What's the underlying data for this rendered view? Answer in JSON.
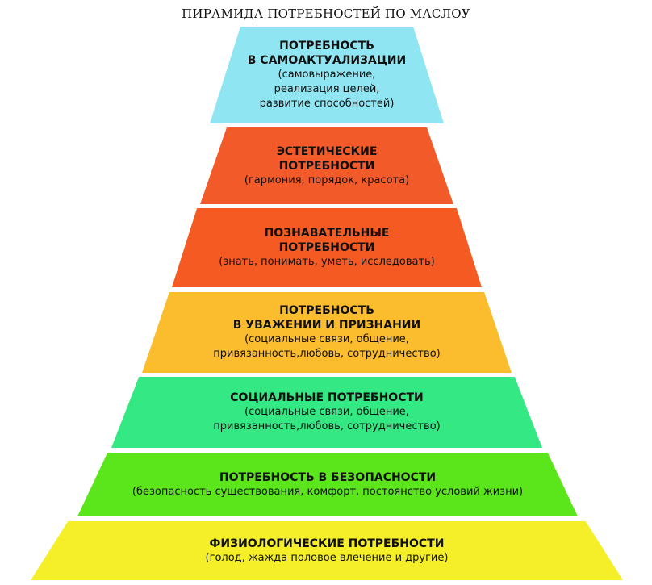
{
  "title": "ПИРАМИДА ПОТРЕБНОСТЕЙ ПО МАСЛОУ",
  "levels": [
    {
      "head_lines": [
        "ПОТРЕБНОСТЬ",
        "В САМОАКТУАЛИЗАЦИИ"
      ],
      "sub_lines": [
        "(самовыражение,",
        "реализация целей,",
        "развитие способностей)"
      ],
      "color": "#8fe6f2"
    },
    {
      "head_lines": [
        "ЭСТЕТИЧЕСКИЕ",
        "ПОТРЕБНОСТИ"
      ],
      "sub_lines": [
        "(гармония, порядок, красота)"
      ],
      "color": "#f25a2a"
    },
    {
      "head_lines": [
        "ПОЗНАВАТЕЛЬНЫЕ",
        "ПОТРЕБНОСТИ"
      ],
      "sub_lines": [
        "(знать, понимать, уметь, исследовать)"
      ],
      "color": "#f55a22"
    },
    {
      "head_lines": [
        "ПОТРЕБНОСТЬ",
        "В УВАЖЕНИИ И ПРИЗНАНИИ"
      ],
      "sub_lines": [
        "(социальные связи, общение,",
        "привязанность,любовь, сотрудничество)"
      ],
      "color": "#fbbd2e"
    },
    {
      "head_lines": [
        "СОЦИАЛЬНЫЕ ПОТРЕБНОСТИ"
      ],
      "sub_lines": [
        "(социальные связи, общение,",
        "привязанность,любовь, сотрудничество)"
      ],
      "color": "#34e884"
    },
    {
      "head_lines": [
        "ПОТРЕБНОСТЬ В БЕЗОПАСНОСТИ"
      ],
      "sub_lines": [
        "(безопасность существования, комфорт, постоянство условий жизни)"
      ],
      "color": "#5ae61a"
    },
    {
      "head_lines": [
        "ФИЗИОЛОГИЧЕСКИЕ ПОТРЕБНОСТИ"
      ],
      "sub_lines": [
        "(голод, жажда половое влечение и другие)"
      ],
      "color": "#f4ef28"
    }
  ]
}
